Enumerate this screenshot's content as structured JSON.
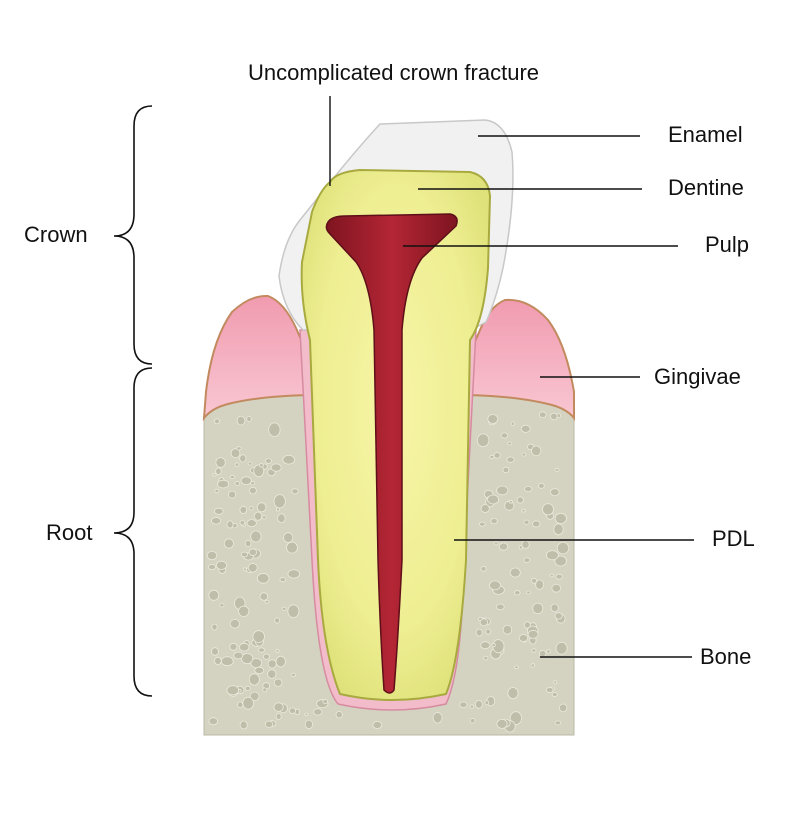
{
  "colors": {
    "enamel": "#f1f1f1",
    "dentine": "#f2f09a",
    "pulp": "#a01f2e",
    "gingivae": "#f4a9b8",
    "bone": "#d4d3c2",
    "pdl": "#f2bccb",
    "line": "#111111"
  },
  "labels": {
    "fracture": "Uncomplicated crown fracture",
    "enamel": "Enamel",
    "dentine": "Dentine",
    "pulp": "Pulp",
    "gingivae": "Gingivae",
    "pdl": "PDL",
    "bone": "Bone",
    "crown": "Crown",
    "root": "Root"
  }
}
